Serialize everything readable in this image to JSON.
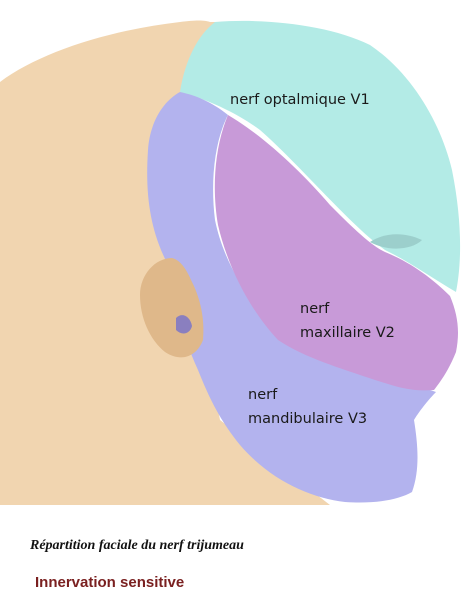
{
  "regions": {
    "v1": {
      "label": "nerf optalmique V1",
      "color": "#b3ebe6"
    },
    "v2": {
      "line1": "nerf",
      "line2": "maxillaire V2",
      "color": "#c89ad8"
    },
    "v3": {
      "line1": "nerf",
      "line2": "mandibulaire V3",
      "color": "#b3b3ee"
    }
  },
  "skin_color": "#f1d5b0",
  "caption": "Répartition faciale du nerf trijumeau",
  "subtitle": "Innervation sensitive",
  "subtitle_color": "#7a2020"
}
